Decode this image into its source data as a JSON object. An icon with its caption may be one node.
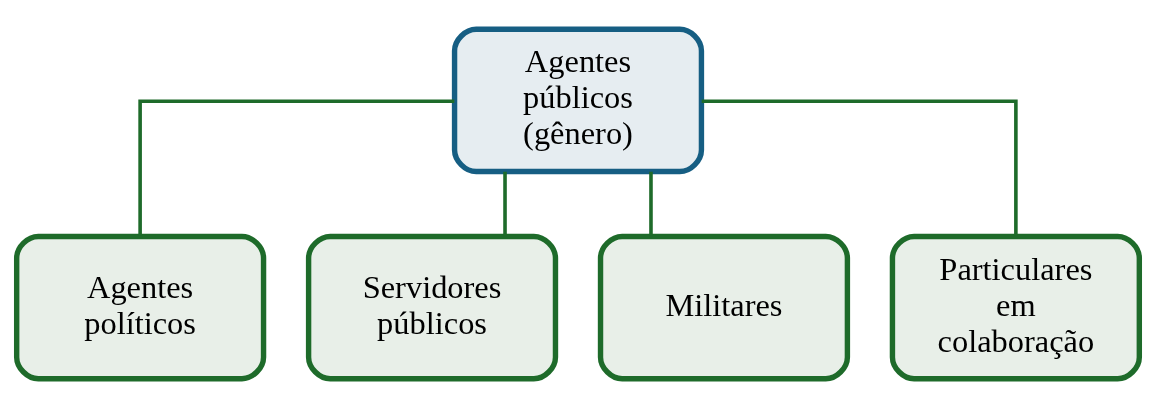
{
  "diagram": {
    "nodes": [
      {
        "text": [
          "Agentes públicos (gênero)"
        ]
      },
      {
        "text": [
          "Agentes políticos"
        ]
      },
      {
        "text": [
          "Servidores públicos"
        ]
      },
      {
        "text": [
          "Militares"
        ]
      },
      {
        "text": [
          "Particulares em colaboração"
        ]
      }
    ],
    "edges": [
      {
        "from": 0,
        "to": 1,
        "arrow": "none"
      },
      {
        "from": 0,
        "to": 2,
        "arrow": "none"
      },
      {
        "from": 0,
        "to": 3,
        "arrow": "none"
      },
      {
        "from": 0,
        "to": 4,
        "arrow": "none"
      }
    ]
  }
}
